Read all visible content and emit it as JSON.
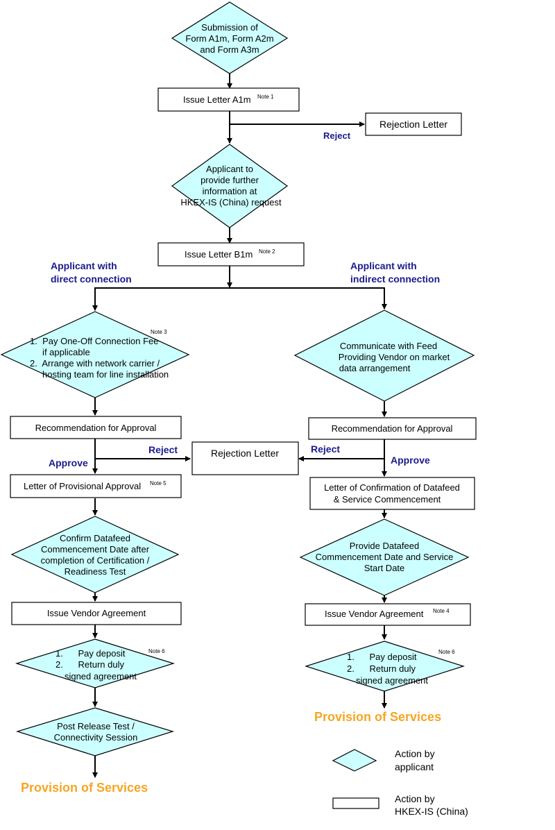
{
  "diamond_submission": [
    "Submission of",
    "Form A1m, Form A2m",
    "and Form A3m"
  ],
  "issue_a1m": {
    "label": "Issue Letter A1m",
    "note": "Note 1"
  },
  "rejection_letter_top": "Rejection Letter",
  "reject_top": "Reject",
  "diamond_further_info": [
    "Applicant to",
    "provide further",
    "information at",
    "HKEX-IS (China) request"
  ],
  "issue_b1m": {
    "label": "Issue Letter B1m",
    "note": "Note 2"
  },
  "direct_heading": [
    "Applicant with",
    "direct connection"
  ],
  "indirect_heading": [
    "Applicant with",
    "indirect connection"
  ],
  "diamond_pay_fee": {
    "note": "Note 3",
    "lines": [
      "1.  Pay One-Off Connection Fee",
      "     if applicable",
      "2.  Arrange with network carrier /",
      "     hosting team for line installation"
    ]
  },
  "diamond_communicate": [
    "Communicate with Feed",
    "Providing Vendor on market",
    "data arrangement"
  ],
  "recommend_left": "Recommendation for Approval",
  "recommend_right": "Recommendation for Approval",
  "rejection_letter_mid": "Rejection Letter",
  "reject_left": "Reject",
  "reject_right": "Reject",
  "approve_left": "Approve",
  "approve_right": "Approve",
  "provisional_approval": {
    "label": "Letter of Provisional Approval",
    "note": "Note 5"
  },
  "confirmation_letter": [
    "Letter of Confirmation of Datafeed",
    "& Service Commencement"
  ],
  "diamond_confirm_date": [
    "Confirm Datafeed",
    "Commencement Date after",
    "completion of Certification /",
    "Readiness Test"
  ],
  "diamond_provide_date": [
    "Provide Datafeed",
    "Commencement Date and Service",
    "Start Date"
  ],
  "vendor_agreement_left": "Issue Vendor Agreement",
  "vendor_agreement_right": {
    "label": "Issue Vendor Agreement",
    "note": "Note 4"
  },
  "diamond_deposit_left": {
    "note": "Note 6",
    "lines": [
      "1.      Pay deposit",
      "2.      Return duly",
      "signed agreement"
    ]
  },
  "diamond_deposit_right": {
    "note": "Note 6",
    "lines": [
      "1.      Pay deposit",
      "2.      Return duly",
      "signed agreement"
    ]
  },
  "diamond_post_release": [
    "Post Release Test /",
    "Connectivity Session"
  ],
  "provision_left": "Provision of Services",
  "provision_right": "Provision of Services",
  "legend": {
    "applicant": [
      "Action by",
      "applicant"
    ],
    "hkex": [
      "Action by",
      "HKEX-IS (China)"
    ]
  },
  "colors": {
    "diamond_fill": "#ccffff",
    "heading_blue": "#1a1a8c",
    "provision_orange": "#f5a623"
  }
}
